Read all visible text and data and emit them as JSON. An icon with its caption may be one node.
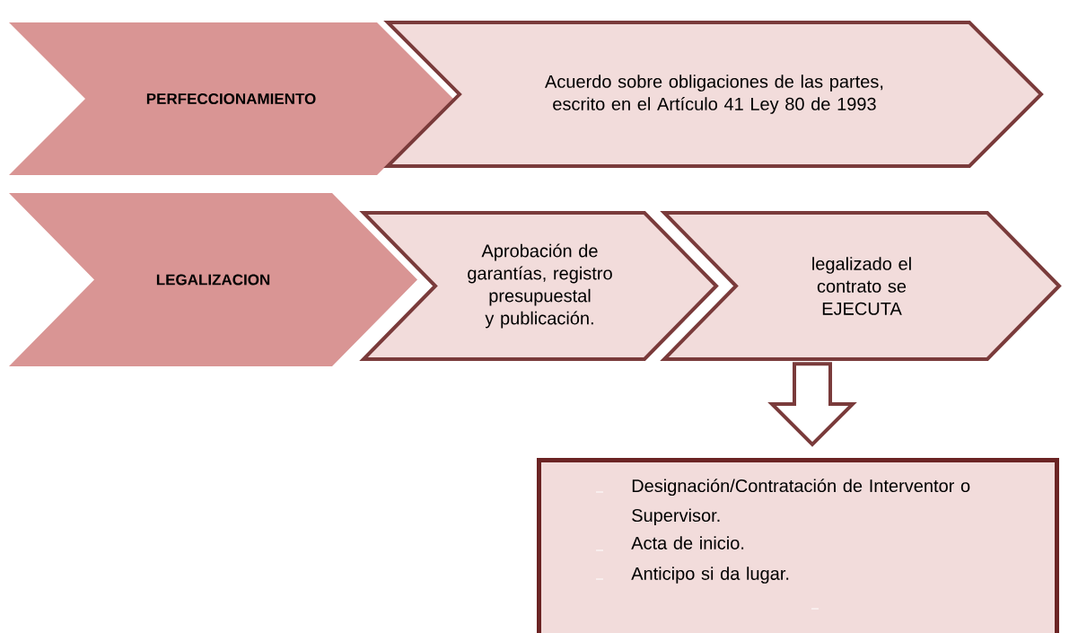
{
  "diagram": {
    "nodes": [
      {
        "text": [
          "PERFECCIONAMIENTO"
        ]
      },
      {
        "text": [
          "Acuerdo sobre obligaciones de las partes, escrito en el Artículo 41 Ley 80 de 1993"
        ]
      },
      {
        "text": [
          "LEGALIZACION"
        ]
      },
      {
        "text": [
          "Aprobación de garantías, registro presupuestal y publicación."
        ]
      },
      {
        "text": [
          "legalizado el contrato se EJECUTA"
        ]
      },
      {
        "text": [
          "Designación/Contratación de Interventor o Supervisor.",
          "Acta de inicio.",
          "Anticipo si da lugar."
        ]
      }
    ],
    "edges": [
      {
        "from": 4,
        "to": 5,
        "arrow": "to"
      }
    ]
  }
}
